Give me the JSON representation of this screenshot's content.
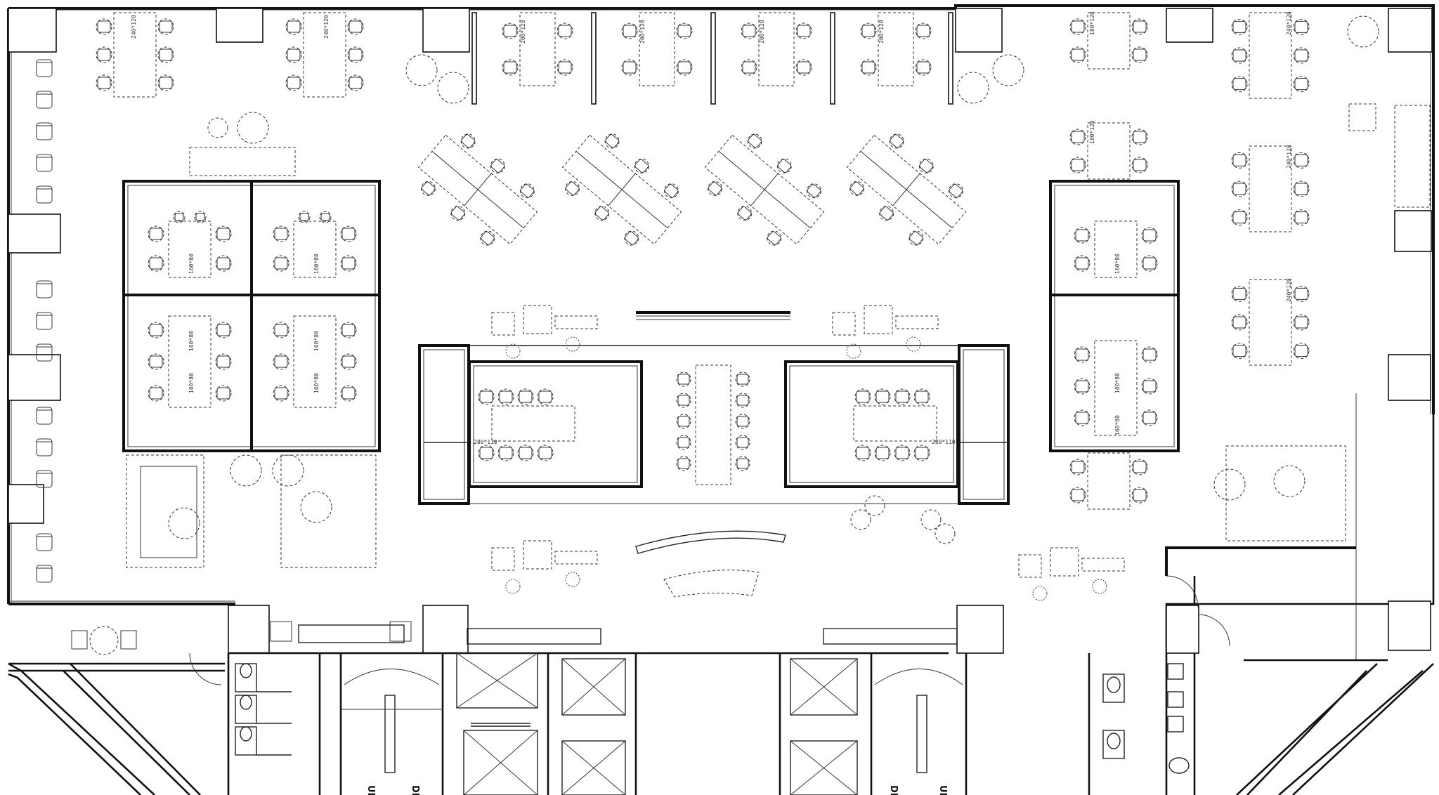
{
  "table_labels": {
    "t240x120": "240*120",
    "t200x120": "200*120",
    "t180x120": "180*120",
    "t160x80": "160*80",
    "t280x110": "280*110"
  },
  "stair_labels": {
    "up": "UP",
    "down": "DN"
  }
}
